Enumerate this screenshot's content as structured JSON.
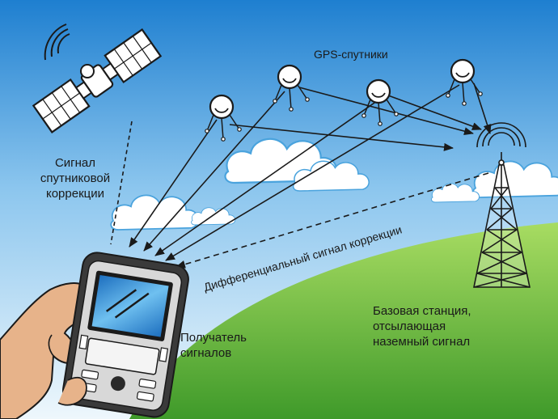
{
  "labels": {
    "gps_satellites": "GPS-спутники",
    "correction_satellite": [
      "Сигнал",
      "спутниковой",
      "коррекции"
    ],
    "receiver": [
      "Получатель",
      "сигналов"
    ],
    "base_station": [
      "Базовая станция,",
      "отсылающая",
      "наземный сигнал"
    ],
    "differential_signal": "Дифференциальный сигнал коррекции"
  },
  "colors": {
    "sky_top": "#1e7fd0",
    "sky_bottom": "#e6f3fb",
    "grass_light": "#9fd65a",
    "grass_dark": "#4fa52f",
    "line": "#1a1a1a",
    "cloud_stroke": "#4aa3dd",
    "screen": "#2a8fd8"
  },
  "icons": [
    "satellite-icon",
    "gps-satellite-icon",
    "tower-icon",
    "cloud-icon",
    "hand-icon",
    "gps-receiver-icon"
  ]
}
